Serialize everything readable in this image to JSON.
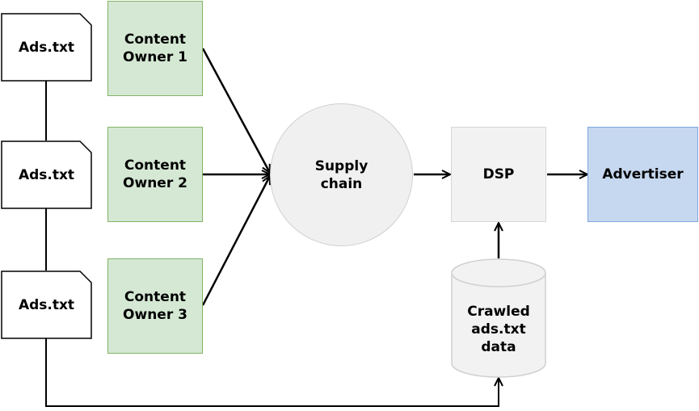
{
  "files": [
    {
      "label": "Ads.txt"
    },
    {
      "label": "Ads.txt"
    },
    {
      "label": "Ads.txt"
    }
  ],
  "owners": [
    {
      "label": "Content\nOwner 1"
    },
    {
      "label": "Content\nOwner 2"
    },
    {
      "label": "Content\nOwner 3"
    }
  ],
  "supply_chain": {
    "label": "Supply\nchain"
  },
  "dsp": {
    "label": "DSP"
  },
  "advertiser": {
    "label": "Advertiser"
  },
  "crawled": {
    "label": "Crawled\nads.txt\ndata"
  },
  "colors": {
    "owner_fill": "#d5e8d4",
    "owner_stroke": "#82b366",
    "advertiser_fill": "#c6d8f0",
    "advertiser_stroke": "#7ea6e0",
    "neutral_fill": "#f2f2f2",
    "neutral_stroke": "#d0d0d0",
    "line": "#000000"
  }
}
